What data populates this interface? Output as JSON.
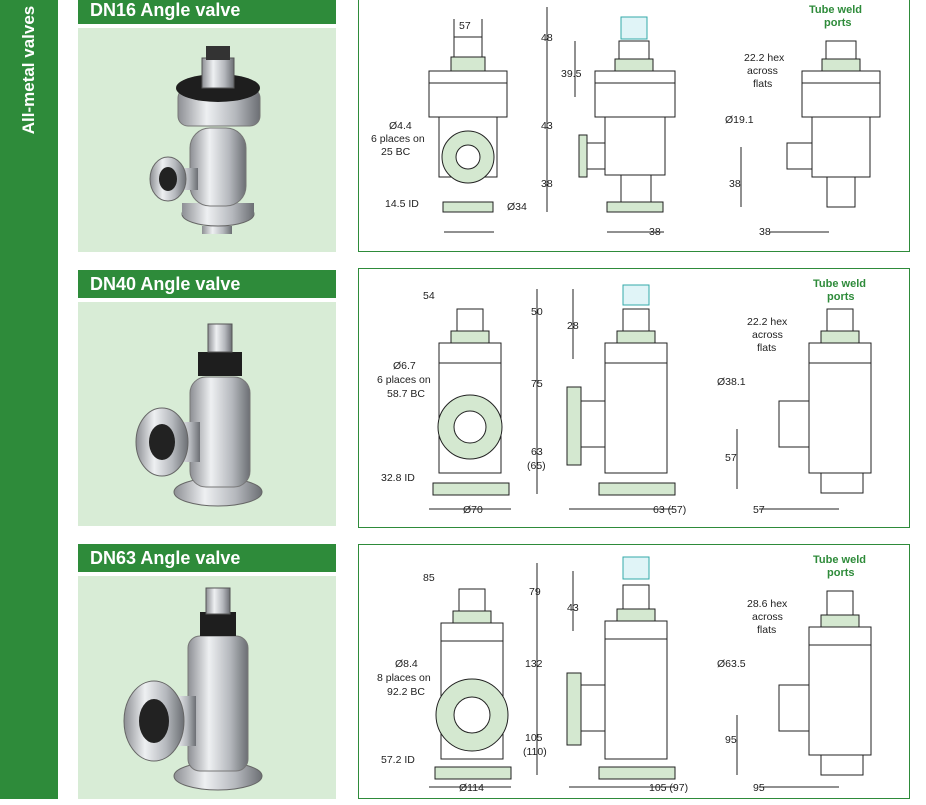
{
  "sidebar": {
    "label": "All-metal valves",
    "color": "#2e8b3a"
  },
  "sections": [
    {
      "title": "DN16 Angle valve",
      "tube_weld": [
        "Tube weld",
        "ports"
      ],
      "dims": {
        "width_top": "57",
        "h_top": "48",
        "h_stem": "39.5",
        "h_body": "43",
        "h_base": "38",
        "bolt": [
          "Ø4.4",
          "6 places on",
          "25 BC"
        ],
        "id": "14.5 ID",
        "flange": "Ø34",
        "side_w": "38",
        "hex": [
          "22.2 hex",
          "across",
          "flats"
        ],
        "port_d": "Ø19.1",
        "port_h": "38",
        "port_w": "38"
      }
    },
    {
      "title": "DN40 Angle valve",
      "tube_weld": [
        "Tube weld",
        "ports"
      ],
      "dims": {
        "width_top": "54",
        "h_top": "50",
        "h_stem": "28",
        "h_body": "75",
        "h_base": [
          "63",
          "(65)"
        ],
        "bolt": [
          "Ø6.7",
          "6 places on",
          "58.7 BC"
        ],
        "id": "32.8 ID",
        "flange": "Ø70",
        "side_w": "63 (57)",
        "hex": [
          "22.2 hex",
          "across",
          "flats"
        ],
        "port_d": "Ø38.1",
        "port_h": "57",
        "port_w": "57"
      }
    },
    {
      "title": "DN63 Angle valve",
      "tube_weld": [
        "Tube weld",
        "ports"
      ],
      "dims": {
        "width_top": "85",
        "h_top": "79",
        "h_stem": "43",
        "h_body": "132",
        "h_base": [
          "105",
          "(110)"
        ],
        "bolt": [
          "Ø8.4",
          "8 places on",
          "92.2 BC"
        ],
        "id": "57.2 ID",
        "flange": "Ø114",
        "side_w": "105 (97)",
        "hex": [
          "28.6 hex",
          "across",
          "flats"
        ],
        "port_d": "Ø63.5",
        "port_h": "95",
        "port_w": "95"
      }
    }
  ]
}
